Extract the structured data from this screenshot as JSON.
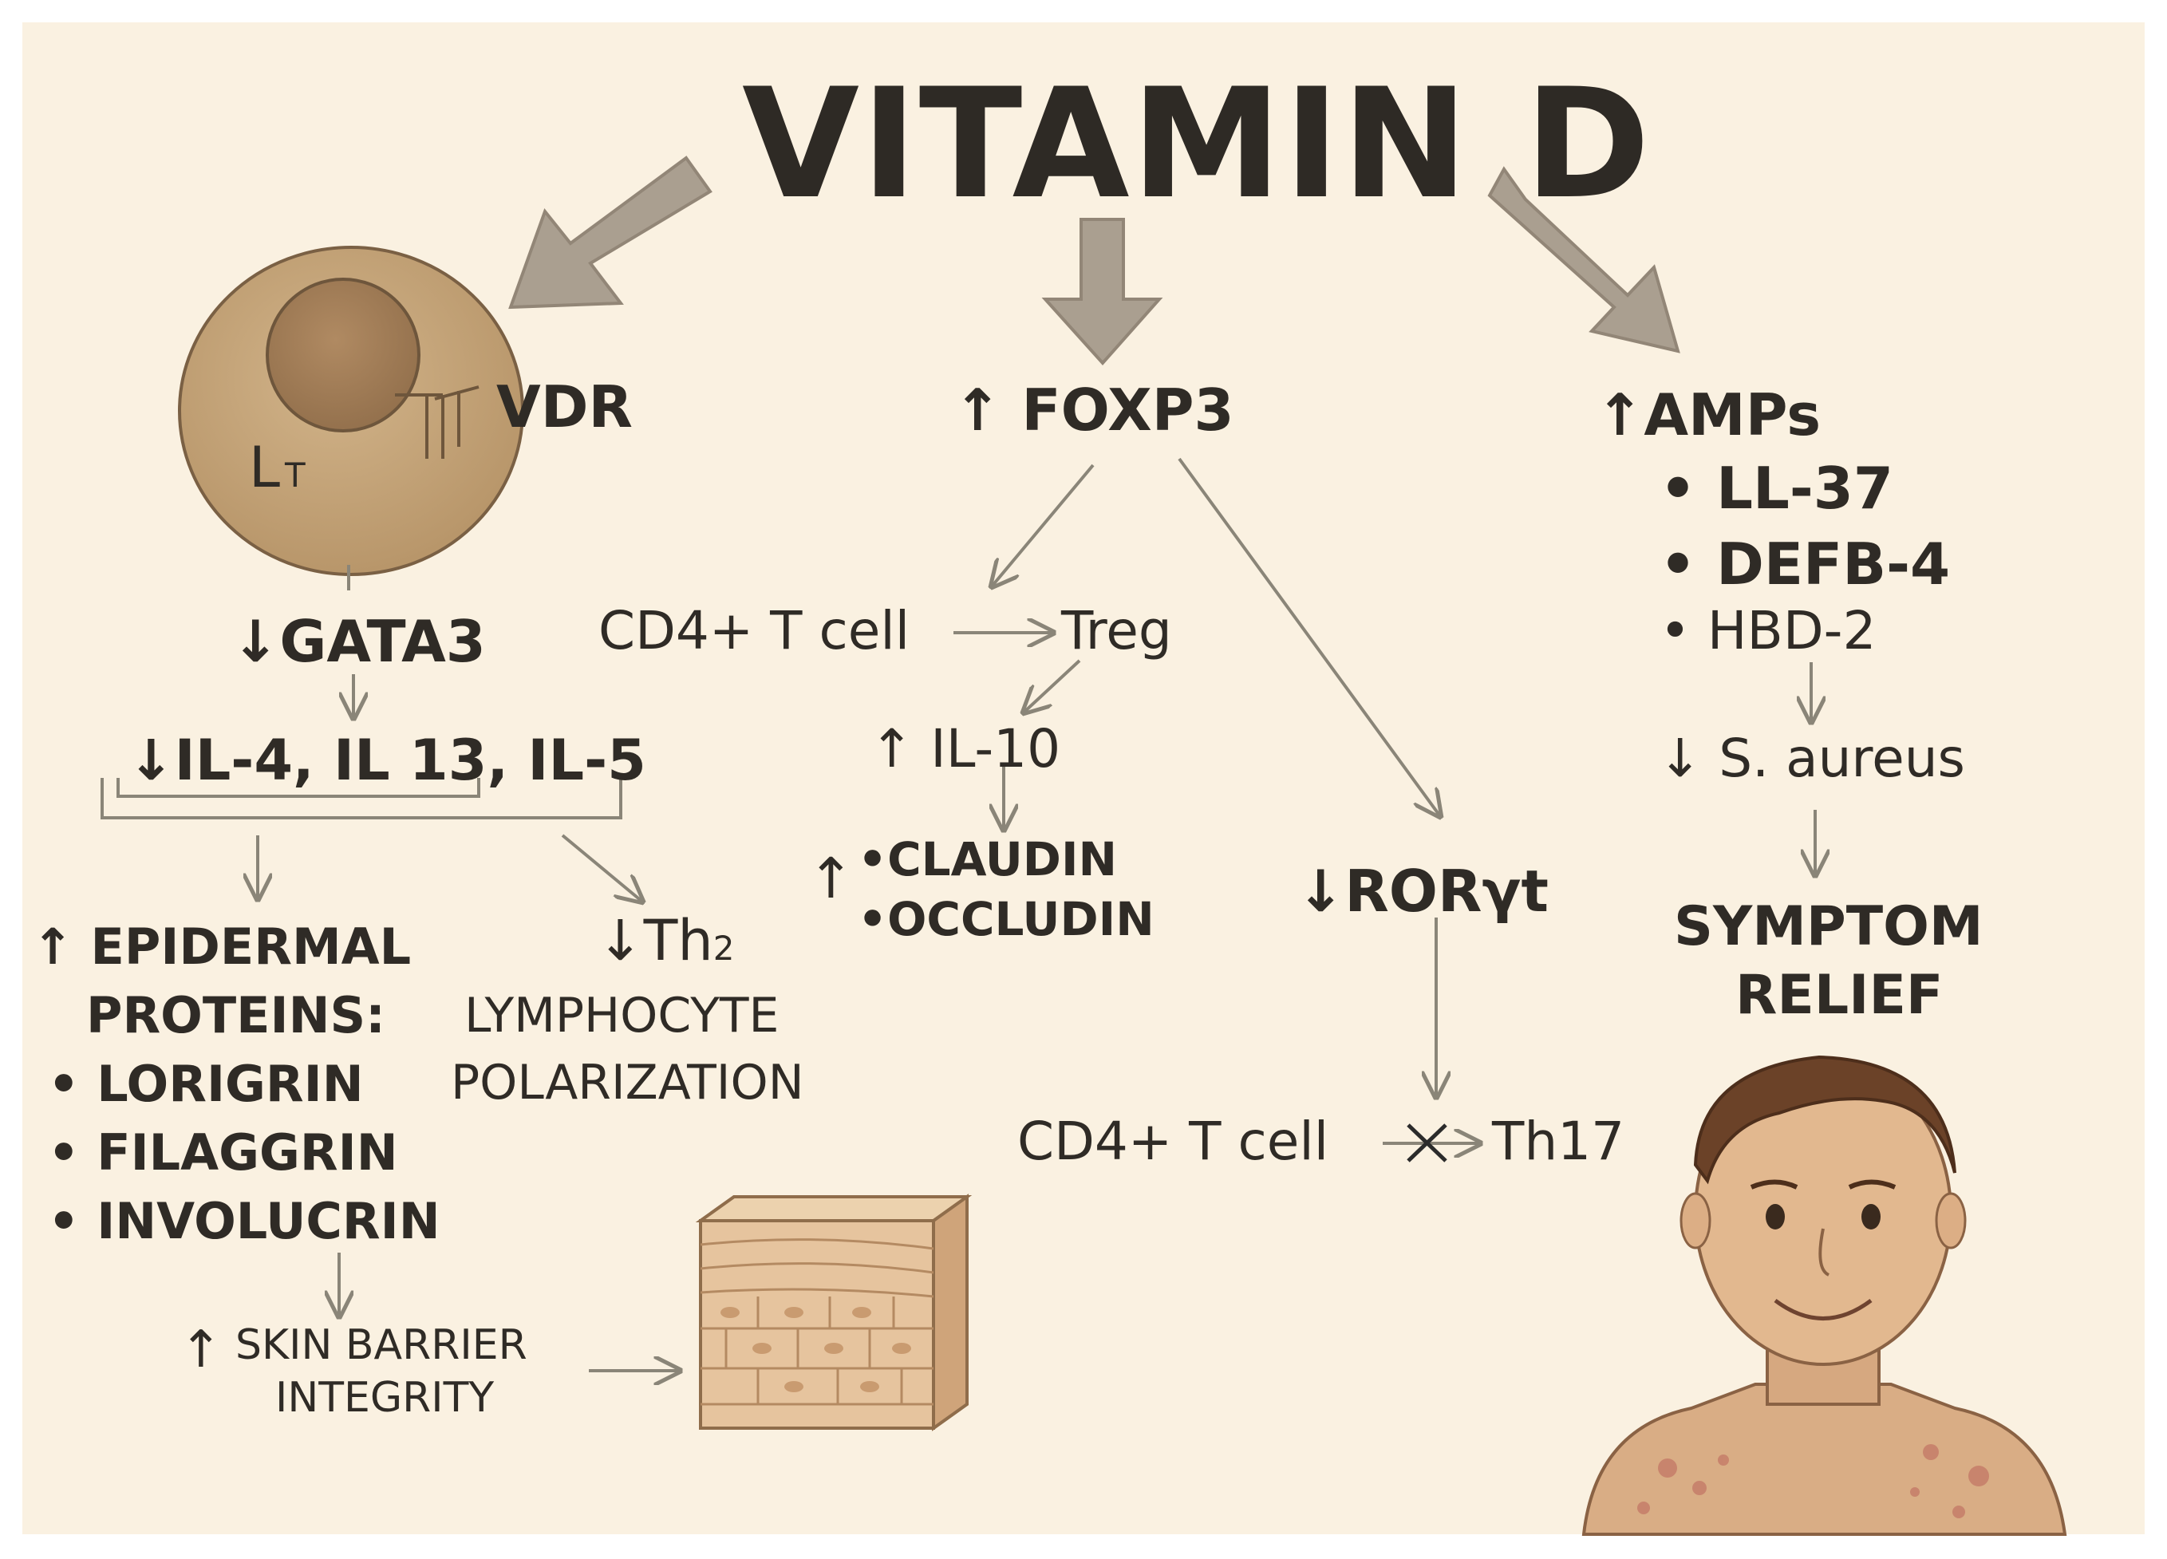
{
  "title": "VITAMIN D",
  "cell": {
    "label": "L",
    "label_sub": "T",
    "receptor": "VDR"
  },
  "left": {
    "gata3": "↓GATA3",
    "cytokines": "↓IL-4, IL 13, IL-5",
    "epidermal_1": "↑ EPIDERMAL",
    "epidermal_2": "PROTEINS:",
    "proteins": [
      "• LORIGRIN",
      "• FILAGGRIN",
      "• INVOLUCRIN"
    ],
    "th2_arrow": "↓",
    "th2": "Th",
    "th2_sub": "2",
    "lymph_1": "LYMPHOCYTE",
    "lymph_2": "POLARIZATION",
    "barrier_arrow": "↑",
    "barrier_1": "SKIN BARRIER",
    "barrier_2": "INTEGRITY"
  },
  "center": {
    "foxp3": "↑ FOXP3",
    "cd4": "CD4+ T cell",
    "treg": "Treg",
    "il10": "↑ IL-10",
    "tj_arrow": "↑",
    "claudin": "•CLAUDIN",
    "occludin": "•OCCLUDIN",
    "rorgt": "↓RORγt",
    "cd4_b": "CD4+ T cell",
    "th17": "Th17"
  },
  "right": {
    "amps": "↑AMPs",
    "amp_list": [
      "• LL-37",
      "• DEFB-4",
      "• HBD-2"
    ],
    "saureus": "↓ S. aureus",
    "relief_1": "SYMPTOM",
    "relief_2": "RELIEF"
  },
  "colors": {
    "background": "#faf1e1",
    "big_arrow": "#aa9f90",
    "thin_arrow": "#8a8578",
    "cell": "#c6a77c",
    "skin": "#e3c09a"
  }
}
